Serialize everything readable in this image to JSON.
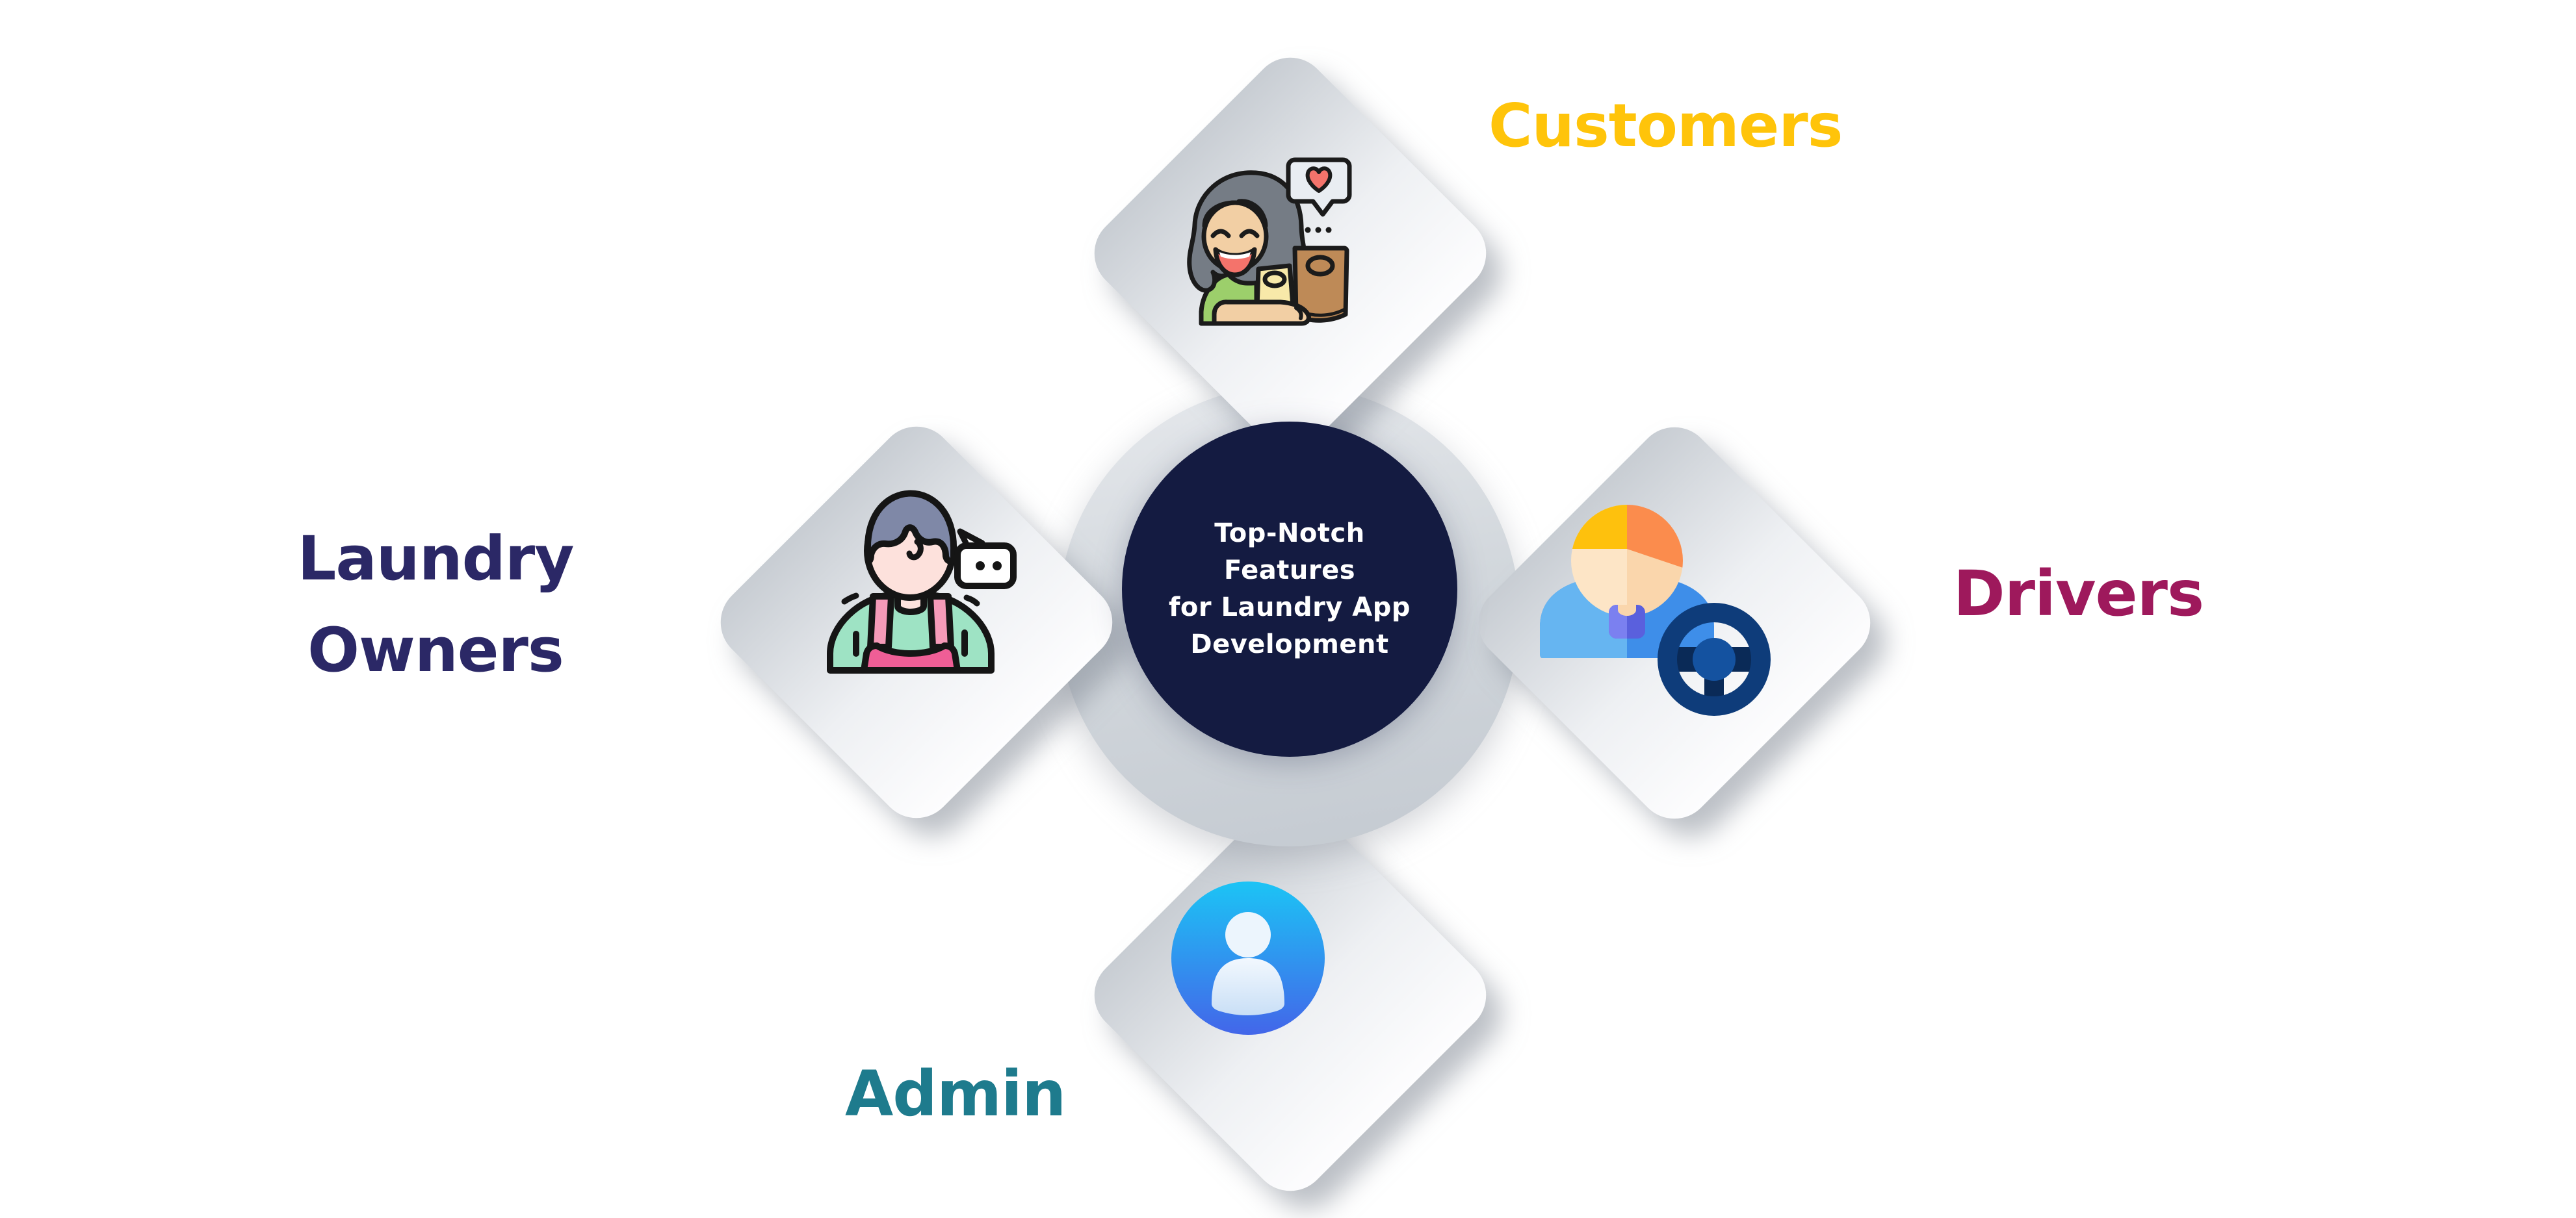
{
  "page": {
    "kind": "infographic-diagram",
    "background_color": "#ffffff"
  },
  "center": {
    "title": "Top-Notch\nFeatures\nfor Laundry App\nDevelopment",
    "circle_color": "#141b41",
    "text_color": "#ffffff",
    "backdrop_circle_color": "#d3d8dd"
  },
  "nodes": [
    {
      "id": "customers",
      "label": "Customers",
      "label_color": "#ffc40a",
      "position": "top",
      "icon": "customer-happy-shopper-icon",
      "icon_description": "smiling woman holding shopping bags with heart speech bubble"
    },
    {
      "id": "drivers",
      "label": "Drivers",
      "label_color": "#9e195c",
      "position": "right",
      "icon": "driver-steering-wheel-icon",
      "icon_description": "person with steering wheel"
    },
    {
      "id": "admin",
      "label": "Admin",
      "label_color": "#1e7b8d",
      "position": "bottom",
      "icon": "admin-user-icon",
      "icon_description": "white user silhouette in blue gradient circle"
    },
    {
      "id": "laundry_owners",
      "label": "Laundry\nOwners",
      "label_color": "#2b2866",
      "position": "left",
      "icon": "laundry-owner-icon",
      "icon_description": "worker with pink apron and speech bubble"
    }
  ],
  "style": {
    "diamond_gradient": [
      "#c8cdd3",
      "#fdfdfe"
    ],
    "shadow_color": "#7a828d"
  }
}
